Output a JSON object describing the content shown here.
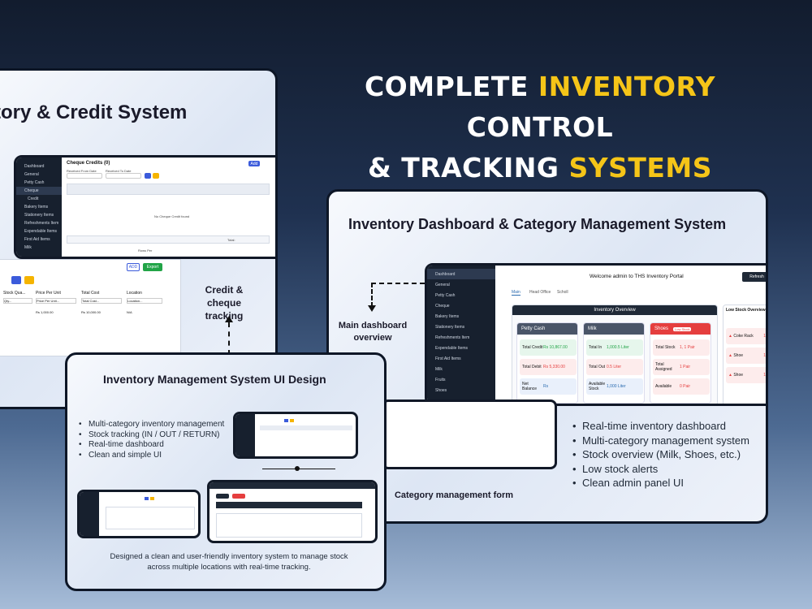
{
  "headline": {
    "w1": "COMPLETE",
    "w2": "INVENTORY",
    "w3": "CONTROL",
    "w4": "& TRACKING",
    "w5": "SYSTEMS"
  },
  "card1": {
    "title": "tory & Credit System",
    "annotation": "Credit & cheque tracking",
    "app": {
      "sidebar": [
        "Dashboard",
        "General",
        "Petty Cash",
        "Cheque",
        "Credit",
        "Bakery Items",
        "Stationery Items",
        "Refreshments Item",
        "Expendable Items",
        "First Aid Items",
        "Milk"
      ],
      "page_title": "Cheque Credits (0)",
      "add_btn": "Add",
      "received_from": "Received From Date",
      "received_to": "Received To Date",
      "empty_msg": "No Cheque Credit found",
      "total_lbl": "Total:",
      "rows_lbl": "Rows Per"
    },
    "table": {
      "add_btn": "ADD",
      "export_btn": "Export",
      "headers": [
        "Stock Qua...",
        "Price Per Unit",
        "Total Cost",
        "Location"
      ],
      "filters": [
        "Qty...",
        "Price Per Unit...",
        "Total Cost...",
        "Location..."
      ],
      "row": [
        "",
        "Rs 1,000.00",
        "Rs 10,000.00",
        "N/A"
      ]
    }
  },
  "card2": {
    "title": "Inventory Dashboard & Category Management System",
    "annotation_main": "Main dashboard overview",
    "annotation_cat": "Category management form",
    "bullets": [
      "Real-time inventory dashboard",
      "Multi-category management system",
      "Stock overview (Milk, Shoes, etc.)",
      "Low stock alerts",
      "Clean admin panel UI"
    ],
    "app": {
      "sidebar": [
        "Dashboard",
        "General",
        "Petty Cash",
        "Cheque",
        "Bakery Items",
        "Stationery Items",
        "Refreshments Item",
        "Expendable Items",
        "First Aid Items",
        "Milk",
        "Fruits",
        "Shoes"
      ],
      "welcome": "Welcome admin to THS Inventory Portal",
      "refresh": "Refresh",
      "tabs": [
        "Main",
        "Head Office",
        "Scholl"
      ],
      "overview": "Inventory Overview",
      "low_stock": "Low Stock Overview",
      "petty": {
        "title": "Petty Cash",
        "l1": "Total Credit",
        "v1": "Rs 10,867.00",
        "l2": "Total Debit",
        "v2": "Rs 5,330.00",
        "l3": "Net Balance",
        "v3": "Rs"
      },
      "milk": {
        "title": "Milk",
        "l1": "Total In",
        "v1": "1,000.5 Liter",
        "l2": "Total Out",
        "v2": "0.5 Liter",
        "l3": "Available Stock",
        "v3": "1,000 Liter"
      },
      "shoes": {
        "title": "Shoes",
        "badge": "Low Stock",
        "l1": "Total Stock",
        "v1": "1, 1 Pair",
        "l2": "Total Assigned",
        "v2": "1 Pair",
        "l3": "Available",
        "v3": "0 Pair"
      },
      "low": [
        {
          "name": "Coke Rack",
          "qty": "1"
        },
        {
          "name": "Shoe",
          "qty": "1"
        },
        {
          "name": "Shoe",
          "qty": "1"
        }
      ]
    }
  },
  "card3": {
    "title": "Inventory Management System UI Design",
    "bullets": [
      "Multi-category inventory management",
      "Stock tracking (IN / OUT / RETURN)",
      "Real-time dashboard",
      "Clean and simple UI"
    ],
    "footer": "Designed a clean and user-friendly inventory system to manage stock across multiple locations with real-time tracking."
  },
  "colors": {
    "accent": "#f5c518",
    "dark": "#17202e",
    "green": "#22a447",
    "red": "#e53e3e",
    "blue": "#2b6cb0",
    "slate": "#4a5568"
  }
}
